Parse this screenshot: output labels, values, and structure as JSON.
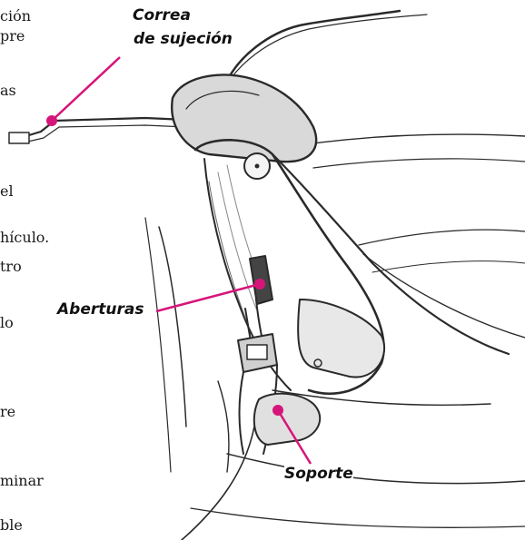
{
  "left_text_fragments": [
    "ción",
    "pre",
    "as",
    "el",
    "hículo.",
    "tro",
    "lo",
    "re",
    "minar",
    "ble"
  ],
  "callouts": {
    "correa_line1": "Correa",
    "correa_line2": "de sujeción",
    "aberturas": "Aberturas",
    "soporte": "Soporte"
  },
  "colors": {
    "leader": "#d6157a",
    "ink": "#2a2a2a"
  }
}
